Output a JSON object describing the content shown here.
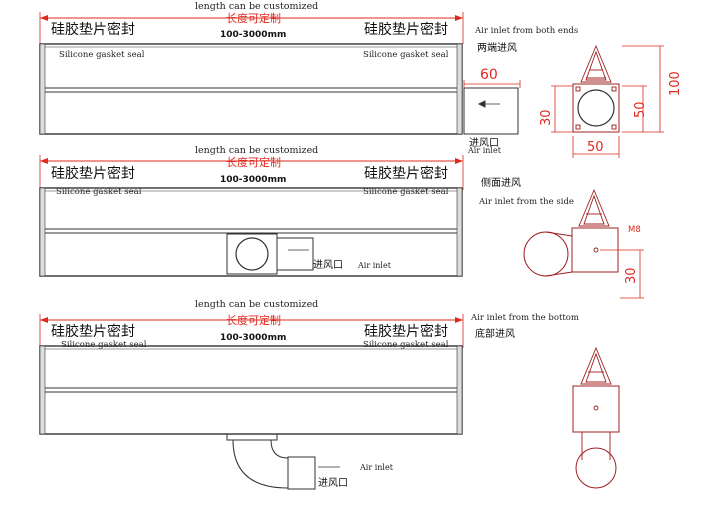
{
  "colors": {
    "line": "#333333",
    "dimension": "#e0281e",
    "text": "#222222"
  },
  "labels": {
    "length_customized_en": "length can be customized",
    "length_customized_cn": "长度可定制",
    "length_range": "100-3000mm",
    "gasket_seal_cn": "硅胶垫片密封",
    "gasket_seal_en": "Silicone gasket seal",
    "air_inlet_cn": "进风口",
    "air_inlet_en": "Air inlet"
  },
  "sections": {
    "both_ends": {
      "title_en": "Air inlet from both ends",
      "title_cn": "两端进风",
      "dims": {
        "inlet_length": "60",
        "height": "100",
        "inlet_height": "30",
        "half_height": "50",
        "width": "50"
      }
    },
    "side": {
      "title_cn": "侧面进风",
      "title_en": "Air inlet from the side",
      "dims": {
        "bolt": "M8",
        "offset": "30"
      }
    },
    "bottom": {
      "title_en": "Air inlet from the bottom",
      "title_cn": "底部进风"
    }
  }
}
